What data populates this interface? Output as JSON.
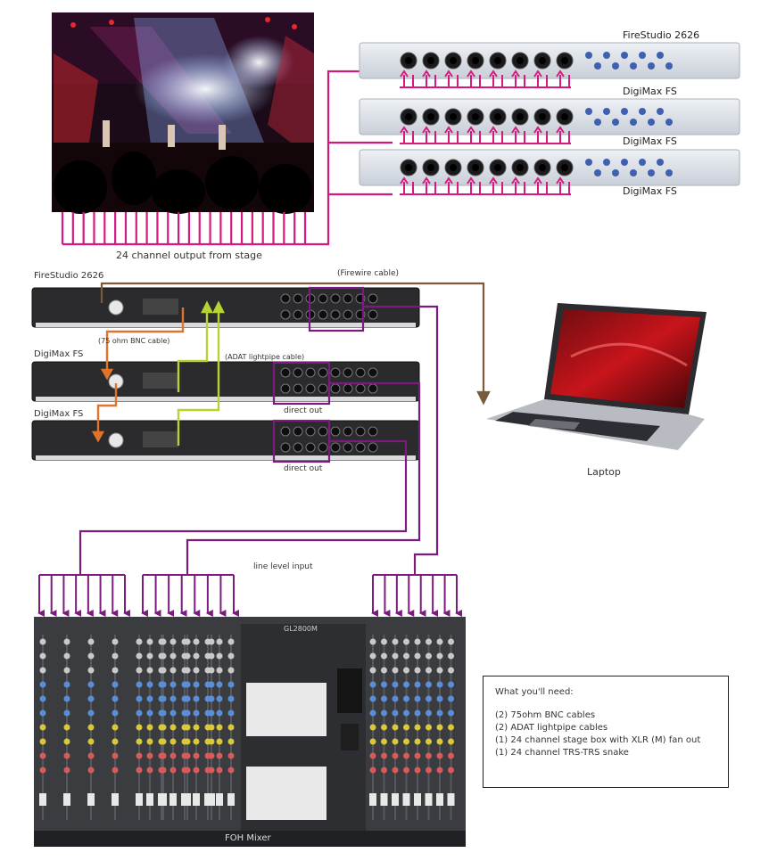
{
  "labels": {
    "stage_output": "24 channel output from stage",
    "top_rack_1": "FireStudio 2626",
    "top_rack_2": "DigiMax FS",
    "top_rack_3": "DigiMax FS",
    "top_rack_4": "DigiMax FS",
    "rear_unit_1": "FireStudio 2626",
    "rear_unit_2": "DigiMax FS",
    "rear_unit_3": "DigiMax FS",
    "firewire": "(Firewire cable)",
    "bnc": "(75 ohm BNC cable)",
    "adat": "(ADAT lightpipe cable)",
    "direct_out_1": "direct out",
    "direct_out_2": "direct out",
    "laptop": "Laptop",
    "line_level": "line level input",
    "mixer_title": "FOH Mixer",
    "mixer_brand": "GL2800M"
  },
  "needs": {
    "heading": "What you'll need:",
    "items": [
      "(2) 75ohm BNC cables",
      "(2) ADAT lightpipe cables",
      "(1) 24 channel stage box with XLR (M) fan out",
      "(1) 24 channel TRS-TRS snake"
    ]
  },
  "colors": {
    "magenta": "#d6197f",
    "purple": "#7b1b7e",
    "orange": "#e0742a",
    "lime": "#b6d334",
    "brown": "#7a5a3a",
    "rack_silver": "#dadfe6",
    "rear_panel": "#2b2b2e",
    "mixer_body": "#3a3c40"
  }
}
